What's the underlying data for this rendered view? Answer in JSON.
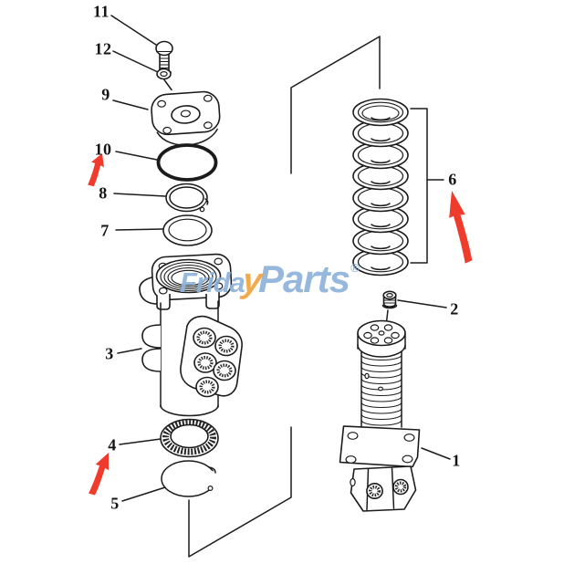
{
  "watermark": {
    "part1": "Frida",
    "accent": "y",
    "part2": "Parts",
    "registered": "®"
  },
  "colors": {
    "background": "#ffffff",
    "line": "#1b1b1b",
    "arrow_red": "#ee3b2c",
    "watermark_blue": "#8fb3da",
    "watermark_orange": "#f2a43f"
  },
  "labels": [
    {
      "text": "11"
    },
    {
      "text": "12"
    },
    {
      "text": "9"
    },
    {
      "text": "10"
    },
    {
      "text": "8"
    },
    {
      "text": "7"
    },
    {
      "text": "3"
    },
    {
      "text": "4"
    },
    {
      "text": "5"
    },
    {
      "text": "6"
    },
    {
      "text": "2"
    },
    {
      "text": "1"
    }
  ]
}
